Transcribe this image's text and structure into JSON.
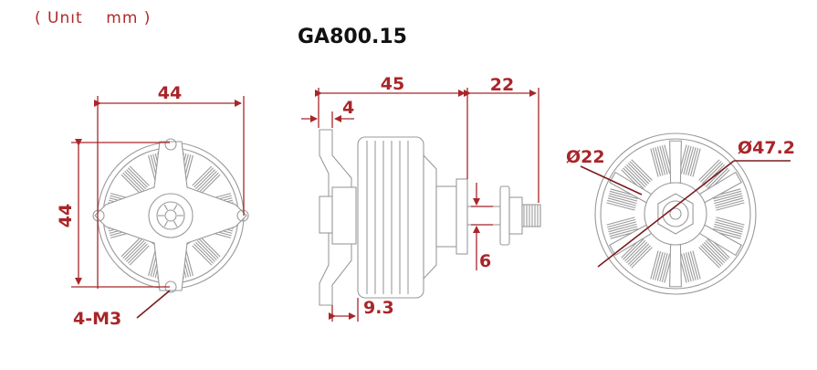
{
  "unit_label": "( Unıt    mm )",
  "model_title": "GA800.15",
  "dimensions": {
    "front_width": "44",
    "front_height": "44",
    "mount_holes": "4-M3",
    "side_body_length": "45",
    "side_shaft_length": "22",
    "side_flange": "4",
    "side_shaft_offset": "6",
    "side_base": "9.3",
    "rear_inner_dia": "Ø22",
    "rear_outer_dia": "Ø47.2"
  },
  "colors": {
    "dimension": "#a8262a",
    "drawing": "#9a9a9a",
    "title": "#111111"
  }
}
